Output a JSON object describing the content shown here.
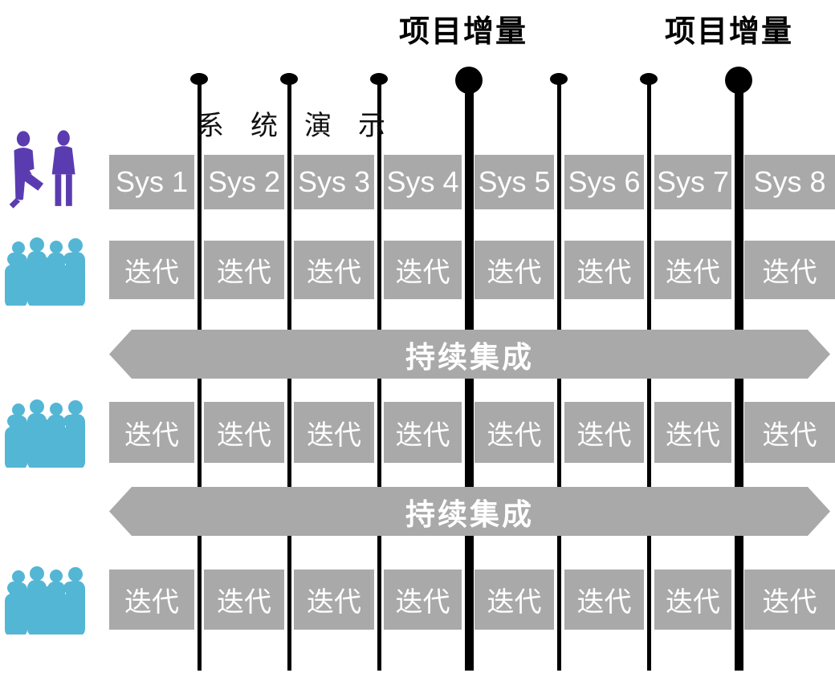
{
  "header": {
    "program_increment_labels": [
      "项目增量",
      "项目增量"
    ],
    "system_demo_label": "系统演示"
  },
  "milestones": {
    "count": 7,
    "types": [
      "minor",
      "minor",
      "minor",
      "major",
      "minor",
      "minor",
      "major"
    ]
  },
  "rows": {
    "sys": {
      "cells": [
        "Sys 1",
        "Sys 2",
        "Sys 3",
        "Sys 4",
        "Sys 5",
        "Sys 6",
        "Sys 7",
        "Sys 8"
      ]
    },
    "iteration1": {
      "cells": [
        "迭代",
        "迭代",
        "迭代",
        "迭代",
        "迭代",
        "迭代",
        "迭代",
        "迭代"
      ]
    },
    "integration1": {
      "label": "持续集成"
    },
    "iteration2": {
      "cells": [
        "迭代",
        "迭代",
        "迭代",
        "迭代",
        "迭代",
        "迭代",
        "迭代",
        "迭代"
      ]
    },
    "integration2": {
      "label": "持续集成"
    },
    "iteration3": {
      "cells": [
        "迭代",
        "迭代",
        "迭代",
        "迭代",
        "迭代",
        "迭代",
        "迭代",
        "迭代"
      ]
    }
  },
  "icons": {
    "stakeholders": "business-people-pair",
    "teams": [
      "team-group",
      "team-group",
      "team-group"
    ]
  },
  "colors": {
    "box_gray": "#A9A9A9",
    "milestone_black": "#000000",
    "stakeholder_purple": "#5A3CB0",
    "team_teal": "#53B6D4",
    "cell_text_white": "#FFFFFF",
    "label_text_black": "#000000"
  }
}
